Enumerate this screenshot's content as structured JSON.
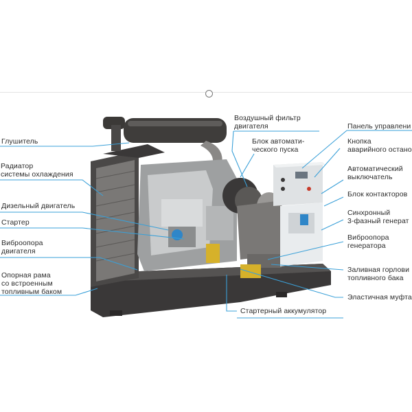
{
  "colors": {
    "leader_line": "#3aa0d8",
    "label_text": "#2b2b2b",
    "machine_dark": "#3a3838",
    "machine_mid": "#6e6c6a",
    "engine_silver": "#c9cbcc",
    "panel_white": "#e9ecee",
    "accent_yellow": "#d6b12a",
    "accent_blue": "#2f86c8"
  },
  "labels": {
    "muffler": "Глушитель",
    "radiator": "Радиатор\nсистемы охлаждения",
    "diesel_engine": "Дизельный двигатель",
    "starter": "Стартер",
    "engine_mount": "Виброопора\nдвигателя",
    "base_frame": "Опорная рама\nсо встроенным\nтопливным баком",
    "air_filter": "Воздушный фильтр\nдвигателя",
    "auto_start_unit": "Блок автомати-\nческого пуска",
    "control_panel": "Панель управлени",
    "emergency_stop": "Кнопка\nаварийного остано",
    "auto_breaker": "Автоматический\nвыключатель",
    "contactor_unit": "Блок контакторов",
    "sync_generator": "Синхронный\n3-фазный генерат",
    "generator_mount": "Виброопора\nгенератора",
    "fuel_filler": "Заливная горлови\nтопливного бака",
    "elastic_coupling": "Эластичная муфта",
    "starter_battery": "Стартерный аккумулятор"
  }
}
